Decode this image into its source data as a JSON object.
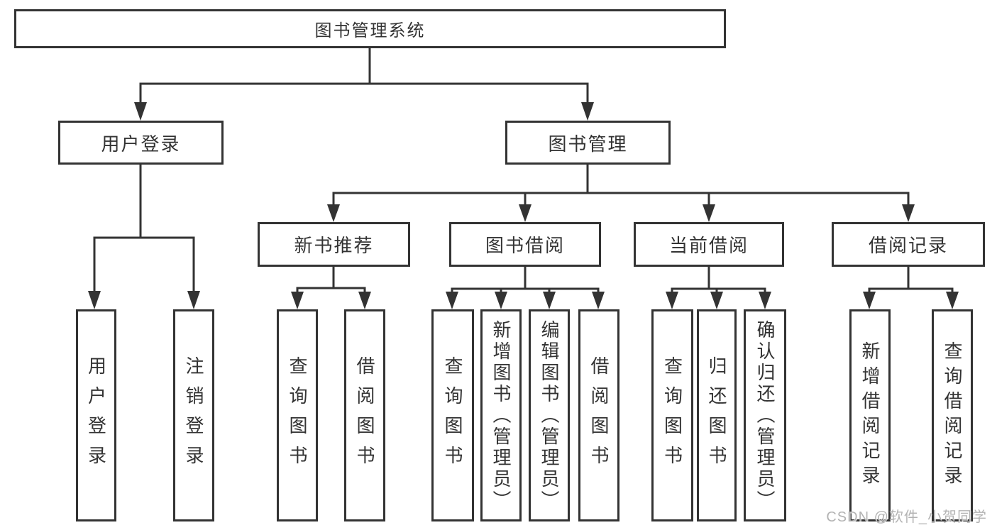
{
  "nodes": {
    "root": "图书管理系统",
    "user_login": "用户登录",
    "book_mgmt": "图书管理",
    "new_book": "新书推荐",
    "book_borrow": "图书借阅",
    "current_borrow": "当前借阅",
    "borrow_record": "借阅记录",
    "user_login_child1": "用户登录",
    "user_login_child2": "注销登录",
    "new_book_child1": "查询图书",
    "new_book_child2": "借阅图书",
    "book_borrow_child1": "查询图书",
    "book_borrow_child2": "新增图书（管理员）",
    "book_borrow_child3": "编辑图书（管理员）",
    "book_borrow_child4": "借阅图书",
    "current_borrow_child1": "查询图书",
    "current_borrow_child2": "归还图书",
    "current_borrow_child3": "确认归还（管理员）",
    "borrow_record_child1": "新增借阅记录",
    "borrow_record_child2": "查询借阅记录"
  },
  "watermark": "CSDN @软件_小贺同学",
  "colors": {
    "line": "#333333",
    "text": "#333333",
    "watermark": "#b3b3b3",
    "background": "#ffffff"
  }
}
